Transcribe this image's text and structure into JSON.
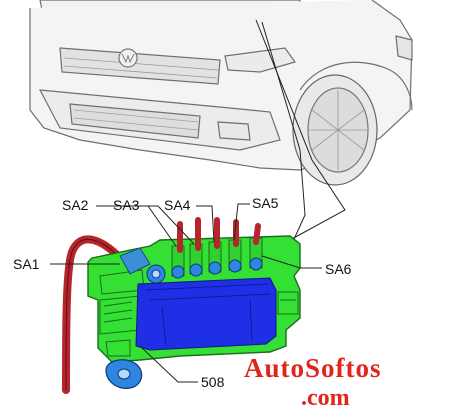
{
  "labels": {
    "sa1": "SA1",
    "sa2": "SA2",
    "sa3": "SA3",
    "sa4": "SA4",
    "sa5": "SA5",
    "sa6": "SA6",
    "ref508": "508"
  },
  "watermark": {
    "line1": "AutoSoftos",
    "line2": ".com"
  },
  "colors": {
    "fuse_box": "#34e034",
    "fuse_box_interior": "#1f2fe6",
    "cable": "#b5252b",
    "battery_highlight": "#3b8fd6",
    "watermark": "#e1251b"
  }
}
